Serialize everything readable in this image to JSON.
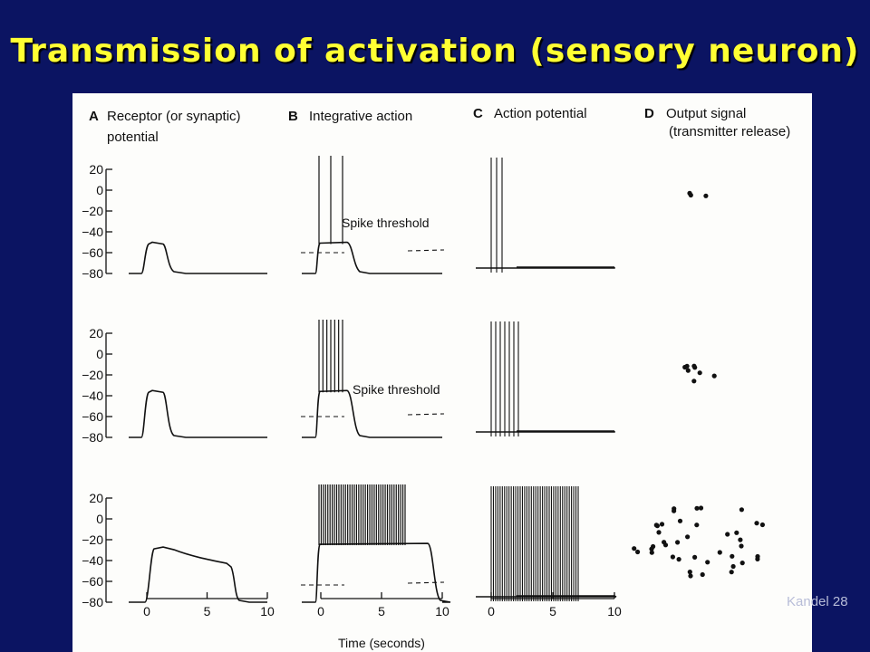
{
  "slide": {
    "title": "Transmission of activation (sensory neuron)",
    "credit": "Kandel 28",
    "colors": {
      "background": "#0b1462",
      "title": "#ffff33",
      "figure_bg": "#fdfdfb",
      "ink": "#111111"
    }
  },
  "figure": {
    "columns": [
      {
        "letter": "A",
        "lines": [
          "Receptor (or synaptic)",
          "potential"
        ]
      },
      {
        "letter": "B",
        "lines": [
          "Integrative action"
        ]
      },
      {
        "letter": "C",
        "lines": [
          "Action potential"
        ]
      },
      {
        "letter": "D",
        "lines": [
          "Output signal",
          "(transmitter release)"
        ]
      }
    ],
    "y_ticks": [
      "20",
      "0",
      "−20",
      "−40",
      "−60",
      "−80"
    ],
    "threshold_label": "Spike threshold",
    "x_ticks": [
      "0",
      "5",
      "10"
    ],
    "x_axis_label": "Time (seconds)",
    "rows": [
      {
        "receptor_peak_mV": -50,
        "spike_count": 3,
        "vesicle_count": 3
      },
      {
        "receptor_peak_mV": -35,
        "spike_count": 7,
        "vesicle_count": 8
      },
      {
        "receptor_peak_mV": -27,
        "spike_count": 40,
        "vesicle_count": 40
      }
    ]
  }
}
